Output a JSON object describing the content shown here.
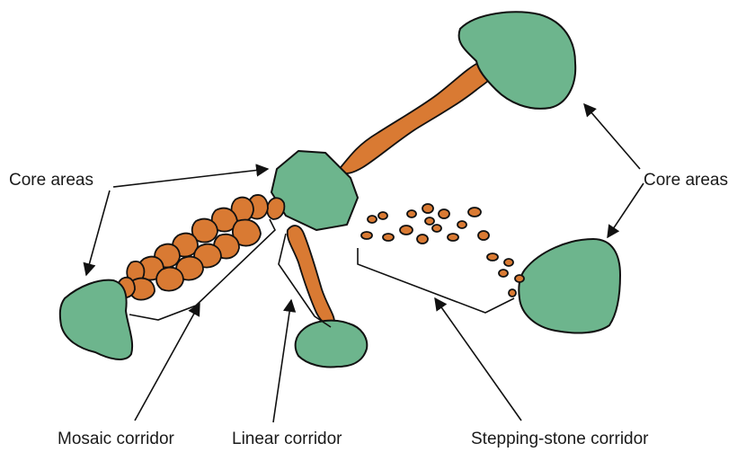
{
  "labels": {
    "core_areas_left": "Core areas",
    "core_areas_right": "Core areas",
    "mosaic": "Mosaic corridor",
    "linear": "Linear corridor",
    "stepping": "Stepping-stone corridor"
  },
  "colors": {
    "core_area": "#6db58d",
    "corridor": "#d97a33",
    "outline": "#111111"
  }
}
